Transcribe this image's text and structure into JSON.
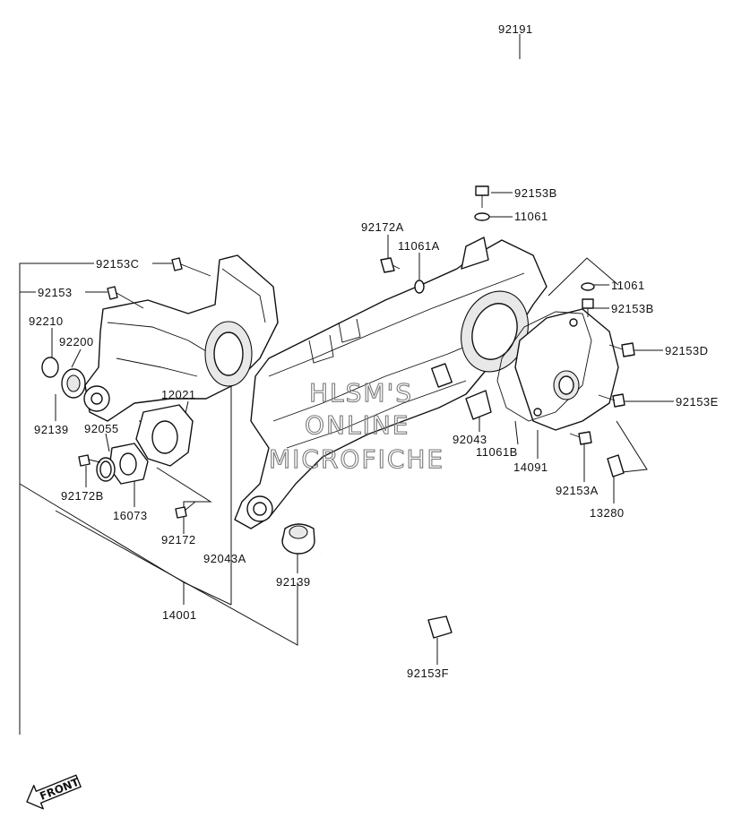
{
  "diagram": {
    "part_labels": [
      "92191",
      "92153B",
      "11061",
      "92172A",
      "11061A",
      "11061",
      "92153B",
      "92153D",
      "92153C",
      "92153",
      "92210",
      "92200",
      "12021",
      "92139",
      "92055",
      "92172B",
      "16073",
      "92172",
      "92043A",
      "92043",
      "11061B",
      "14091",
      "92153E",
      "92153A",
      "13280",
      "92139",
      "14001",
      "92153F"
    ],
    "watermark": [
      "HLSM'S",
      "ONLINE",
      "MICROFICHE"
    ],
    "front_indicator": "FRONT"
  }
}
